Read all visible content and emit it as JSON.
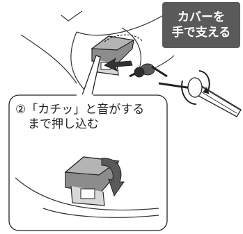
{
  "badge": {
    "line1": "カバーを",
    "line2": "手で支える",
    "bg_color": "#5a5a5a",
    "text_color": "#ffffff"
  },
  "callout": {
    "line1": "②「カチッ」と音がする",
    "line2": "まで押し込む"
  },
  "icons": [
    "cover-illustration",
    "cable-connector",
    "screwdriver",
    "rotate-arrow",
    "push-arrow",
    "press-down-arrow"
  ]
}
